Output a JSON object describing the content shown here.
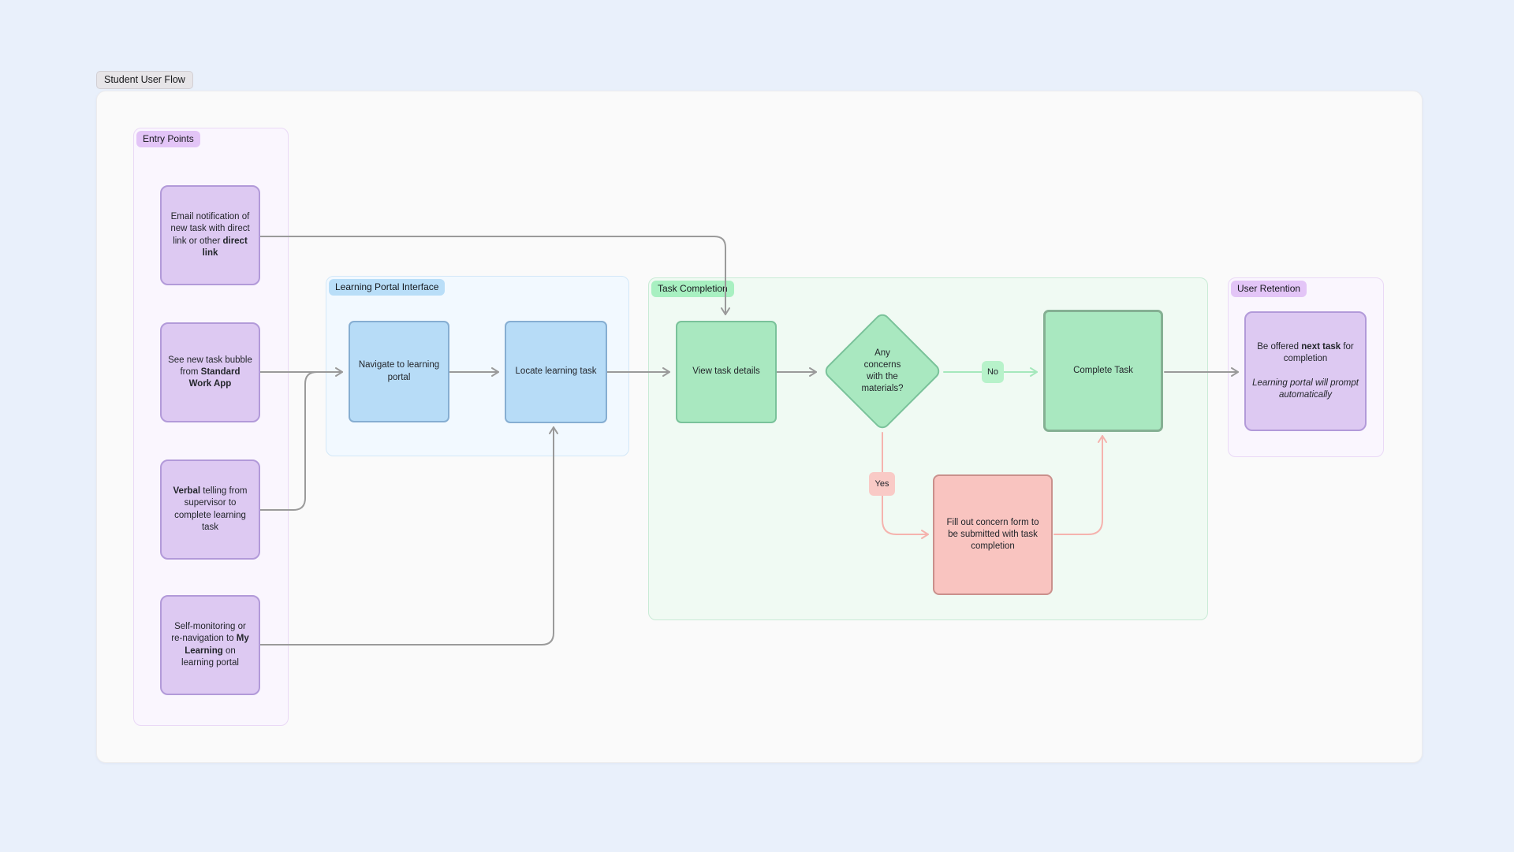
{
  "title": "Student User Flow",
  "colors": {
    "page_bg": "#e9f0fb",
    "canvas_bg": "#fafafa",
    "purple_fill": "#ddc9f2",
    "purple_border": "#b29ad9",
    "purple_label_bg": "#e3c5f7",
    "blue_fill": "#b7dcf7",
    "blue_border": "#86aed2",
    "blue_label_bg": "#b9def8",
    "green_fill": "#a9e8c0",
    "green_border": "#7ac29a",
    "green_label_bg": "#a8f0c1",
    "pink_fill": "#f9c4c0",
    "pink_border": "#ca908c",
    "gray_connector": "#9a9a9a",
    "green_connector": "#a5e8bc",
    "pink_connector": "#f5b3ae"
  },
  "sections": {
    "entry": {
      "label": "Entry Points"
    },
    "portal": {
      "label": "Learning Portal Interface"
    },
    "task": {
      "label": "Task Completion"
    },
    "retention": {
      "label": "User Retention"
    }
  },
  "entry_boxes": [
    {
      "pre": "Email notification of new task with direct link or other ",
      "bold": "direct link",
      "post": ""
    },
    {
      "pre": "See new task bubble from ",
      "bold": "Standard Work App",
      "post": ""
    },
    {
      "pre": "",
      "bold": "Verbal",
      "post": " telling from supervisor to complete learning task"
    },
    {
      "pre": "Self-monitoring or re-navigation to ",
      "bold": "My Learning",
      "post": " on learning portal"
    }
  ],
  "portal_boxes": [
    {
      "label": "Navigate to learning portal"
    },
    {
      "label": "Locate learning task"
    }
  ],
  "task_nodes": {
    "view_label": "View task details",
    "decision_label": "Any concerns with the materials?",
    "no_label": "No",
    "yes_label": "Yes",
    "complete_label": "Complete Task",
    "concern_form_label": "Fill out concern form to be submitted with task completion"
  },
  "retention_box": {
    "pre": "Be offered ",
    "bold": "next task",
    "post": " for completion",
    "italic": "Learning portal will prompt automatically"
  }
}
